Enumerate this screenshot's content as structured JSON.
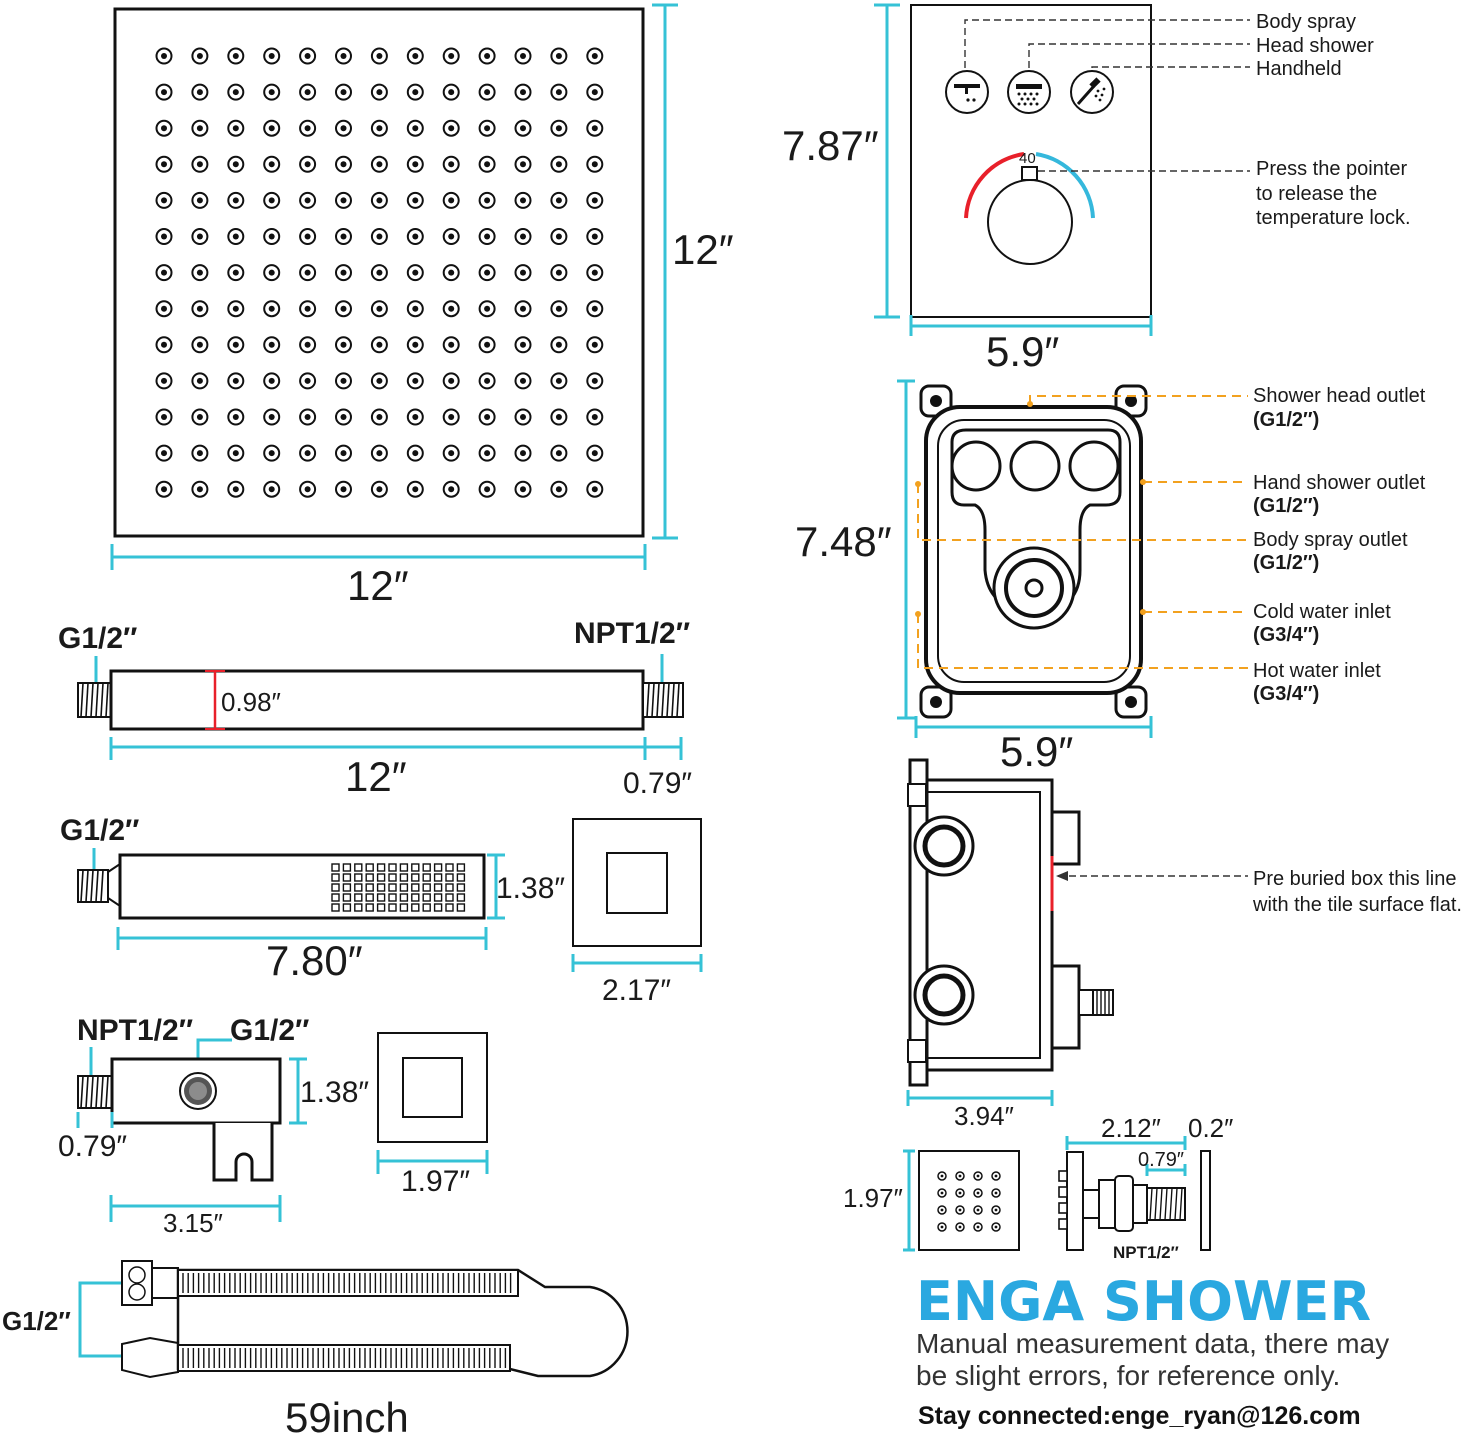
{
  "rain_shower": {
    "height": "12″",
    "width": "12″",
    "nozzle_rows": 13,
    "nozzle_cols": 13
  },
  "shower_arm": {
    "left_thread": "G1/2″",
    "right_thread": "NPT1/2″",
    "diameter": "0.98″",
    "length": "12″",
    "thread_length": "0.79″"
  },
  "hand_shower": {
    "thread": "G1/2″",
    "height": "1.38″",
    "length": "7.80″",
    "plate_size": "2.17″"
  },
  "wall_elbow": {
    "left_thread": "NPT1/2″",
    "right_thread": "G1/2″",
    "height": "1.38″",
    "thread_length": "0.79″",
    "length": "3.15″",
    "plate_size": "1.97″"
  },
  "hose": {
    "thread": "G1/2″",
    "length": "59inch"
  },
  "control_panel": {
    "height": "7.87″",
    "width": "5.9″",
    "buttons": [
      "Body spray",
      "Head shower",
      "Handheld"
    ],
    "temperature_value": "40",
    "pointer_note": [
      "Press the pointer",
      "to release the",
      "temperature lock."
    ],
    "colors": {
      "hot": "#e8202a",
      "cold": "#35b8dc"
    }
  },
  "valve_box": {
    "height": "7.48″",
    "width": "5.9″",
    "outlets": [
      {
        "name": "Shower head outlet",
        "thread": "(G1/2″)"
      },
      {
        "name": "Hand shower outlet",
        "thread": "(G1/2″)"
      },
      {
        "name": "Body spray outlet",
        "thread": "(G1/2″)"
      },
      {
        "name": "Cold water inlet",
        "thread": "(G3/4″)"
      },
      {
        "name": "Hot water inlet",
        "thread": "(G3/4″)"
      }
    ]
  },
  "valve_side": {
    "depth": "3.94″",
    "note": [
      "Pre buried box this line",
      "with the tile surface flat."
    ]
  },
  "body_spray": {
    "face_size": "1.97″",
    "length": "2.12″",
    "thread_length": "0.79″",
    "plate_thickness": "0.2″",
    "thread": "NPT1/2″"
  },
  "footer": {
    "brand": "ENGA SHOWER",
    "note": [
      "Manual measurement data, there may",
      "be slight errors, for reference only."
    ],
    "contact": "Stay connected:enge_ryan@126.com"
  }
}
